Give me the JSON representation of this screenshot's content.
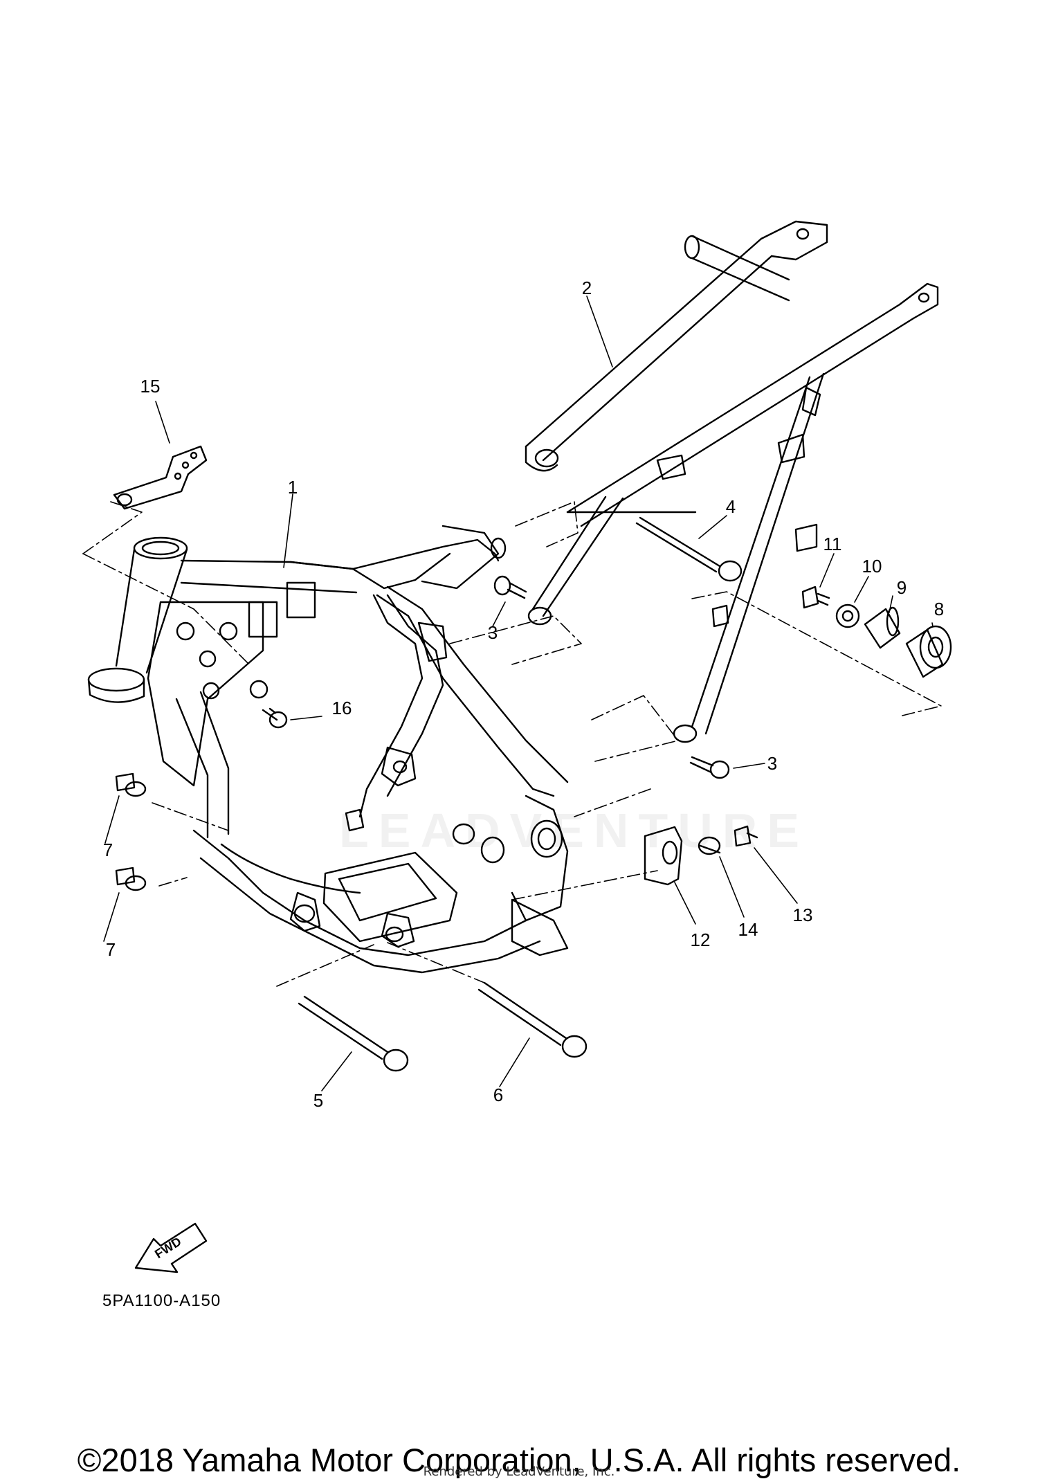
{
  "callouts": [
    {
      "id": "1",
      "label": "1"
    },
    {
      "id": "2",
      "label": "2"
    },
    {
      "id": "3a",
      "label": "3"
    },
    {
      "id": "3b",
      "label": "3"
    },
    {
      "id": "4",
      "label": "4"
    },
    {
      "id": "5",
      "label": "5"
    },
    {
      "id": "6",
      "label": "6"
    },
    {
      "id": "7a",
      "label": "7"
    },
    {
      "id": "7b",
      "label": "7"
    },
    {
      "id": "8",
      "label": "8"
    },
    {
      "id": "9",
      "label": "9"
    },
    {
      "id": "10",
      "label": "10"
    },
    {
      "id": "11",
      "label": "11"
    },
    {
      "id": "12",
      "label": "12"
    },
    {
      "id": "13",
      "label": "13"
    },
    {
      "id": "14",
      "label": "14"
    },
    {
      "id": "15",
      "label": "15"
    },
    {
      "id": "16",
      "label": "16"
    }
  ],
  "fwd_indicator": {
    "text": "FWD",
    "icon": "fwd-arrow-icon"
  },
  "diagram_code": "5PA1100-A150",
  "copyright": "©2018 Yamaha Motor Corporation, U.S.A. All rights reserved.",
  "rendered_by": "Rendered by LeadVenture, Inc.",
  "watermark": "LEADVENTURE"
}
